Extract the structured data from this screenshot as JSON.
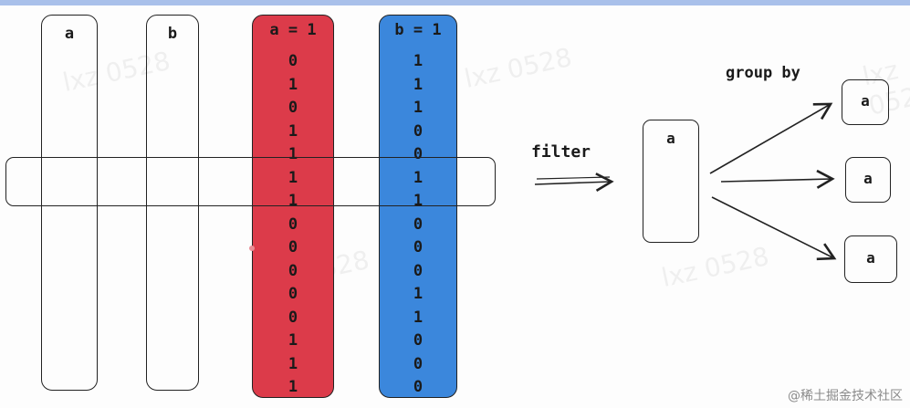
{
  "columns": {
    "a": {
      "title": "a"
    },
    "b": {
      "title": "b"
    },
    "a_eq_1": {
      "title": "a = 1",
      "color": "#dc3b4a",
      "values": [
        "0",
        "1",
        "0",
        "1",
        "1",
        "1",
        "1",
        "0",
        "0",
        "0",
        "0",
        "0",
        "1",
        "1",
        "1"
      ]
    },
    "b_eq_1": {
      "title": "b = 1",
      "color": "#3b87dc",
      "values": [
        "1",
        "1",
        "1",
        "0",
        "0",
        "1",
        "1",
        "0",
        "0",
        "0",
        "1",
        "1",
        "0",
        "0",
        "0"
      ]
    }
  },
  "filter_label": "filter",
  "filtered_column_label": "a",
  "group_by_label": "group by",
  "groups": [
    "a",
    "a",
    "a"
  ],
  "watermarks": [
    "lxz 0528",
    "lxz 0528",
    "lxz 0528",
    "lxz 0528",
    "lxz 0528"
  ],
  "footer": "@稀土掘金技术社区"
}
